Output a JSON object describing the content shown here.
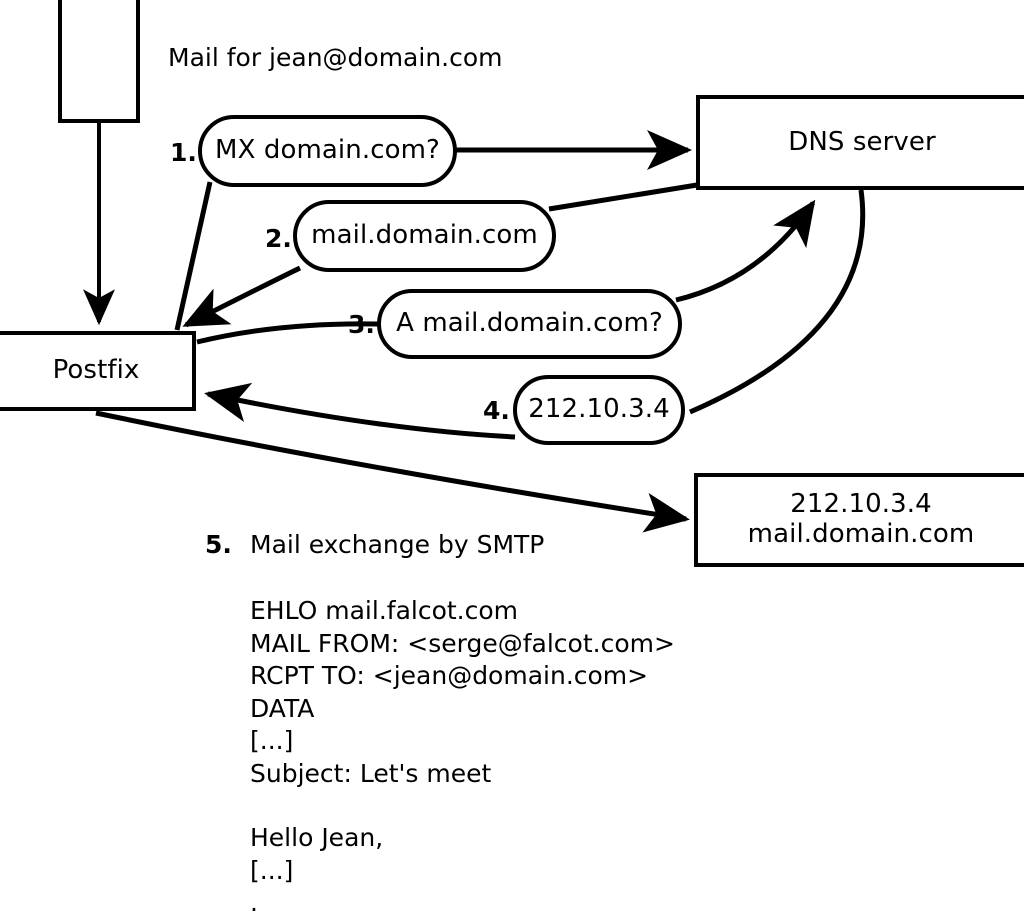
{
  "diagram": {
    "title_note": "Mail for jean@domain.com",
    "nodes": {
      "client": {
        "label": ""
      },
      "postfix": {
        "label": "Postfix"
      },
      "dns": {
        "label": "DNS server"
      },
      "mailserver": {
        "label": "212.10.3.4\nmail.domain.com"
      }
    },
    "steps": [
      {
        "num": "1.",
        "label": "MX domain.com?"
      },
      {
        "num": "2.",
        "label": "mail.domain.com"
      },
      {
        "num": "3.",
        "label": "A mail.domain.com?"
      },
      {
        "num": "4.",
        "label": "212.10.3.4"
      },
      {
        "num": "5.",
        "label": "Mail exchange by SMTP"
      }
    ],
    "smtp_transcript": [
      "EHLO mail.falcot.com",
      "MAIL FROM: <serge@falcot.com>",
      "RCPT TO: <jean@domain.com>",
      "DATA",
      "[...]",
      "Subject: Let's meet",
      "",
      "Hello Jean,",
      "[...]",
      "."
    ],
    "colors": {
      "stroke": "#000000",
      "fill": "#ffffff",
      "text": "#000000"
    }
  }
}
